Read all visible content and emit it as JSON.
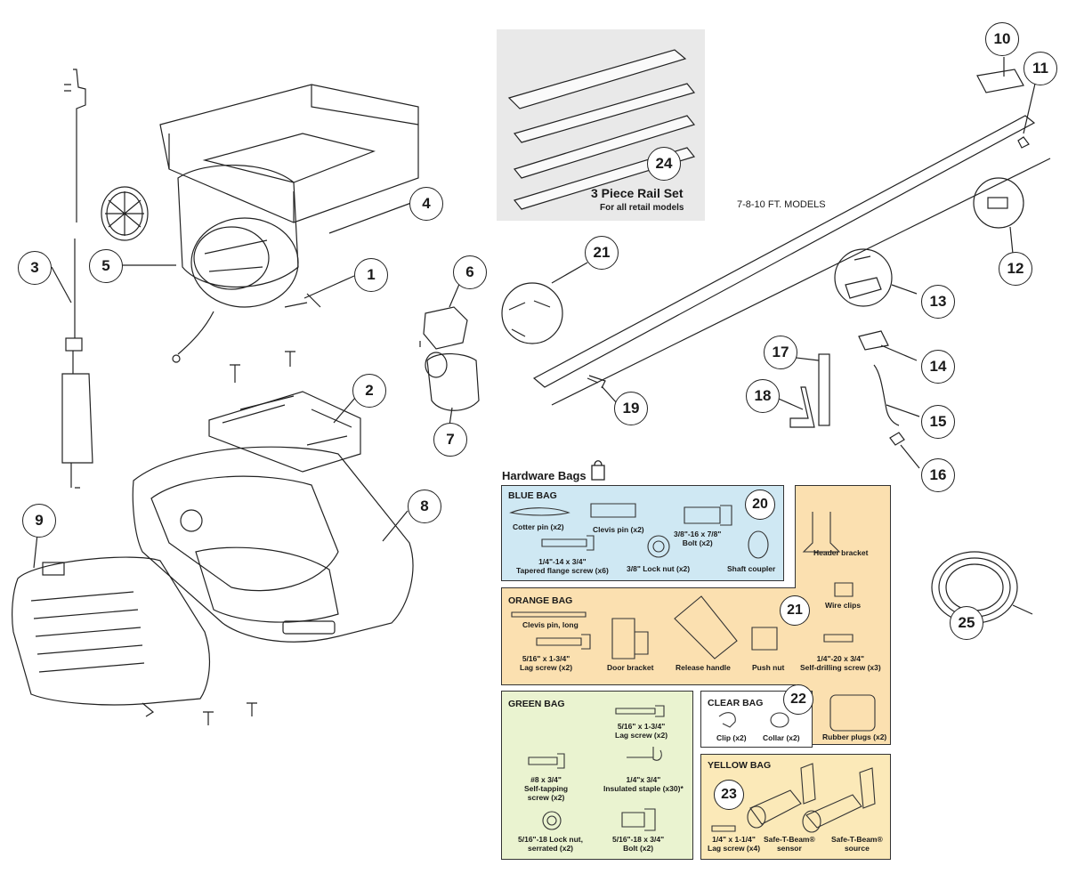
{
  "rail_set": {
    "title": "3 Piece Rail Set",
    "subtitle": "For all retail models",
    "part": "24"
  },
  "rail_models": "7-8-10 FT. MODELS",
  "callouts": [
    "1",
    "2",
    "3",
    "4",
    "5",
    "6",
    "7",
    "8",
    "9",
    "10",
    "11",
    "12",
    "13",
    "14",
    "15",
    "16",
    "17",
    "18",
    "19",
    "21"
  ],
  "hardware": {
    "title": "Hardware Bags",
    "blue": {
      "title": "BLUE BAG",
      "part": "20",
      "items": [
        "Cotter pin (x2)",
        "Clevis pin (x2)",
        "3/8\"-16 x 7/8\"\nBolt (x2)",
        "1/4\"-14 x 3/4\"\nTapered flange screw (x6)",
        "3/8\" Lock nut (x2)",
        "Shaft coupler"
      ]
    },
    "orange": {
      "title": "ORANGE BAG",
      "part": "21",
      "items": [
        "Clevis pin, long",
        "5/16\" x 1-3/4\"\nLag screw (x2)",
        "Door bracket",
        "Release handle",
        "Push nut",
        "Header bracket",
        "Wire clips",
        "1/4\"-20 x 3/4\"\nSelf-drilling screw (x3)",
        "Rubber plugs (x2)"
      ]
    },
    "green": {
      "title": "GREEN BAG",
      "items": [
        "5/16\" x 1-3/4\"\nLag screw (x2)",
        "#8 x 3/4\"\nSelf-tapping\nscrew (x2)",
        "1/4\"x 3/4\"\nInsulated staple (x30)*",
        "5/16\"-18 Lock nut,\nserrated (x2)",
        "5/16\"-18 x 3/4\"\nBolt (x2)"
      ]
    },
    "clear": {
      "title": "CLEAR BAG",
      "part": "22",
      "items": [
        "Clip (x2)",
        "Collar (x2)"
      ]
    },
    "yellow": {
      "title": "YELLOW BAG",
      "part": "23",
      "items": [
        "1/4\" x 1-1/4\"\nLag screw (x4)",
        "Safe-T-Beam®\nsensor",
        "Safe-T-Beam®\nsource"
      ]
    }
  },
  "cable_part": "25",
  "colors": {
    "blue_bag": "#cfe8f3",
    "orange_bag": "#fbe0b0",
    "green_bag": "#eaf3d0",
    "yellow_bag": "#fbe9b8",
    "clear_bag": "#ffffff",
    "rail_panel": "#e9e9e9",
    "line": "#222222"
  }
}
